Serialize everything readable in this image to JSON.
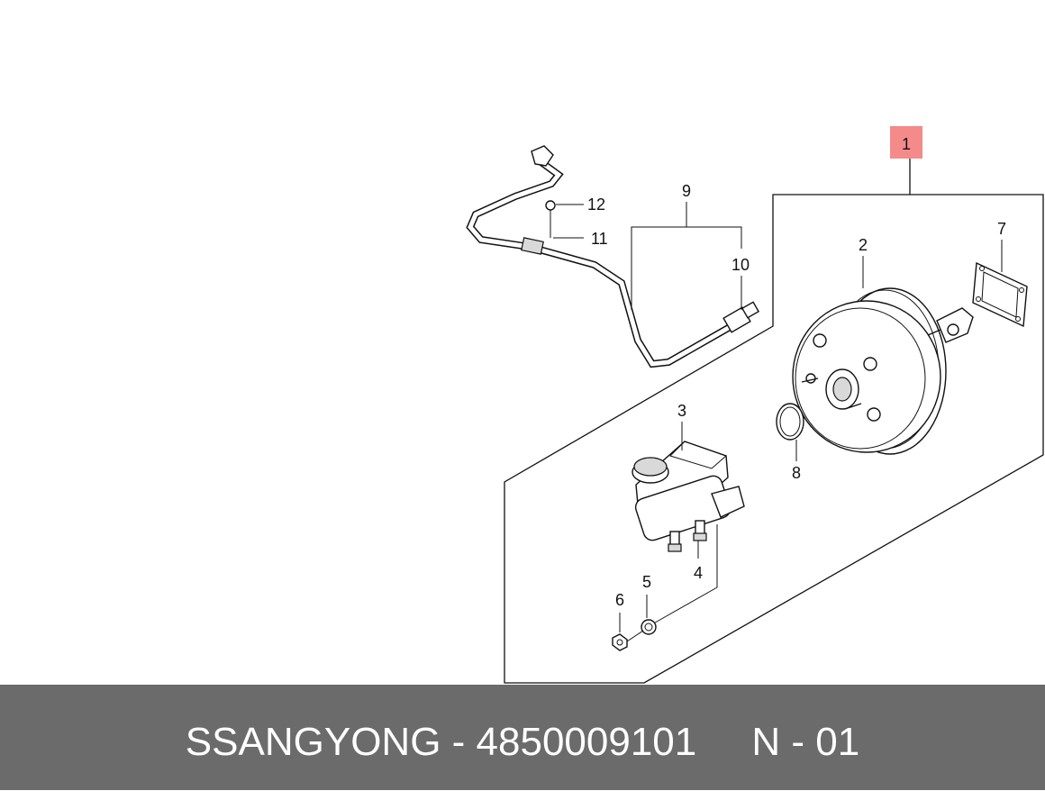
{
  "callouts": {
    "p1": "1",
    "p2": "2",
    "p3": "3",
    "p4": "4",
    "p5": "5",
    "p6": "6",
    "p7": "7",
    "p8": "8",
    "p9": "9",
    "p10": "10",
    "p11": "11",
    "p12": "12"
  },
  "colors": {
    "highlight": "#f48a8a",
    "footer_bg": "#6b6b6b",
    "footer_text": "#ffffff"
  },
  "footer": {
    "brand": "SSANGYONG",
    "sep1": " - ",
    "part_number": "4850009101",
    "gap": "     ",
    "diagram": "N - 01"
  }
}
